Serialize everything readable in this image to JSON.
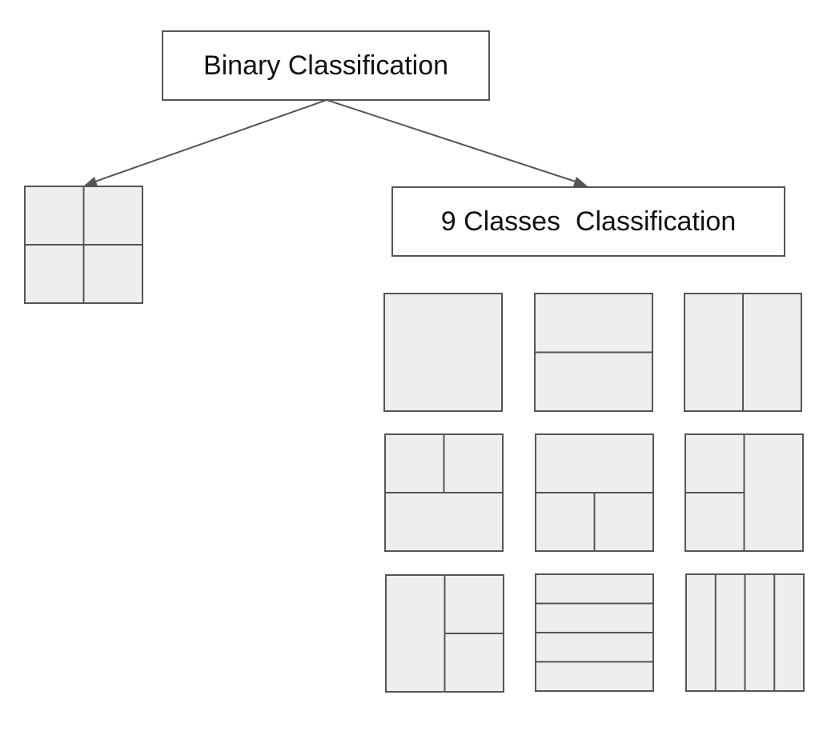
{
  "nodes": {
    "binary": {
      "label": "Binary Classification"
    },
    "nine_classes": {
      "label": "9 Classes  Classification"
    }
  },
  "edges": [
    {
      "from": "Binary Classification",
      "to": "quad-split block"
    },
    {
      "from": "Binary Classification",
      "to": "9 Classes  Classification"
    }
  ],
  "colors": {
    "box_stroke": "#555555",
    "block_fill": "#eeeeee",
    "background": "#ffffff",
    "text": "#111111"
  },
  "partitions": {
    "binary_example": "quad split",
    "nine_classes": [
      "no split",
      "horizontal binary split",
      "vertical binary split",
      "top split into two, bottom whole",
      "top whole, bottom split into two",
      "left split into two, right whole",
      "left whole, right split into two",
      "horizontal split into four",
      "vertical split into four"
    ]
  }
}
